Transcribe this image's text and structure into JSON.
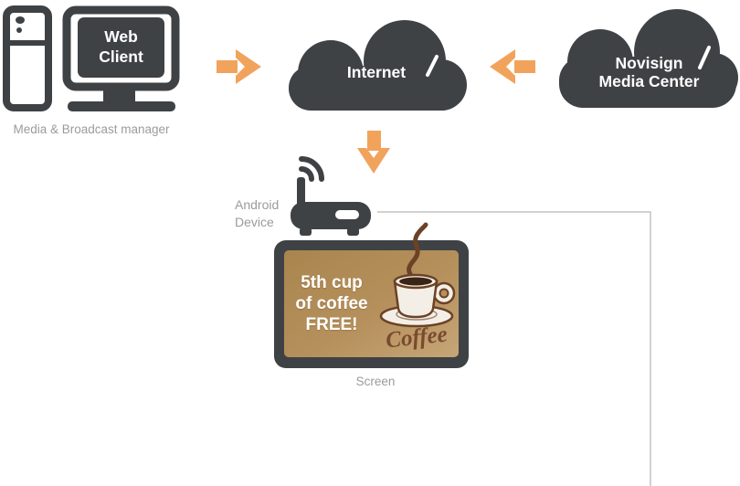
{
  "manager": {
    "screen_text": "Web\nClient",
    "caption": "Media & Broadcast manager"
  },
  "internet_cloud": {
    "label": "Internet"
  },
  "media_center_cloud": {
    "label": "Novisign\nMedia Center"
  },
  "android_device": {
    "label": "Android\nDevice"
  },
  "screen": {
    "ad_text": "5th cup\nof coffee\nFREE!",
    "brand_script": "Coffee",
    "caption": "Screen"
  },
  "colors": {
    "dark_gray": "#3f4245",
    "arrow_orange": "#f1a35c",
    "label_gray": "#9b9b9b",
    "screen_tan": "#b5905c",
    "coffee_brown": "#6b4226",
    "coffee_script_brown": "#7a4a30",
    "cup_cream": "#f4efe6",
    "boundary_gray": "#c2c2c2",
    "text_white": "#ffffff"
  }
}
